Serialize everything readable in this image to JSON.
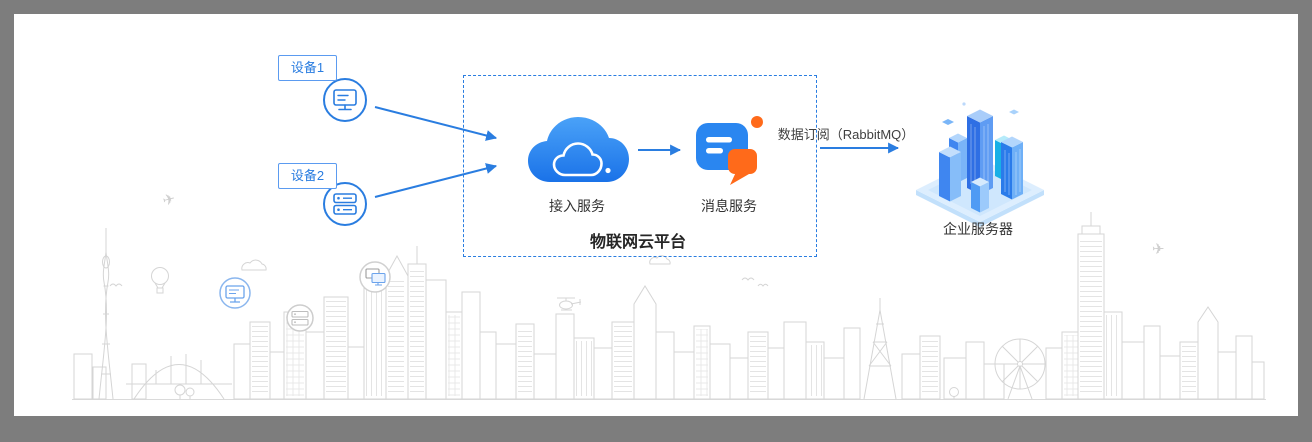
{
  "diagram": {
    "devices": [
      {
        "label": "设备1",
        "icon": "desktop-device-icon"
      },
      {
        "label": "设备2",
        "icon": "server-device-icon"
      }
    ],
    "platform": {
      "title": "物联网云平台",
      "services": [
        {
          "label": "接入服务",
          "icon": "cloud-icon"
        },
        {
          "label": "消息服务",
          "icon": "message-icon"
        }
      ]
    },
    "flow": {
      "subscription_label": "数据订阅（RabbitMQ）"
    },
    "enterprise": {
      "label": "企业服务器",
      "icon": "isometric-server-city-icon"
    }
  },
  "colors": {
    "accent_blue": "#2a7de0",
    "cloud_blue_top": "#4aa2f8",
    "cloud_blue_bottom": "#1a72e8",
    "orange": "#ff6a1a",
    "text_dark": "#333333",
    "skyline_gray": "#d5d5d5",
    "frame_gray": "#7d7d7d"
  }
}
